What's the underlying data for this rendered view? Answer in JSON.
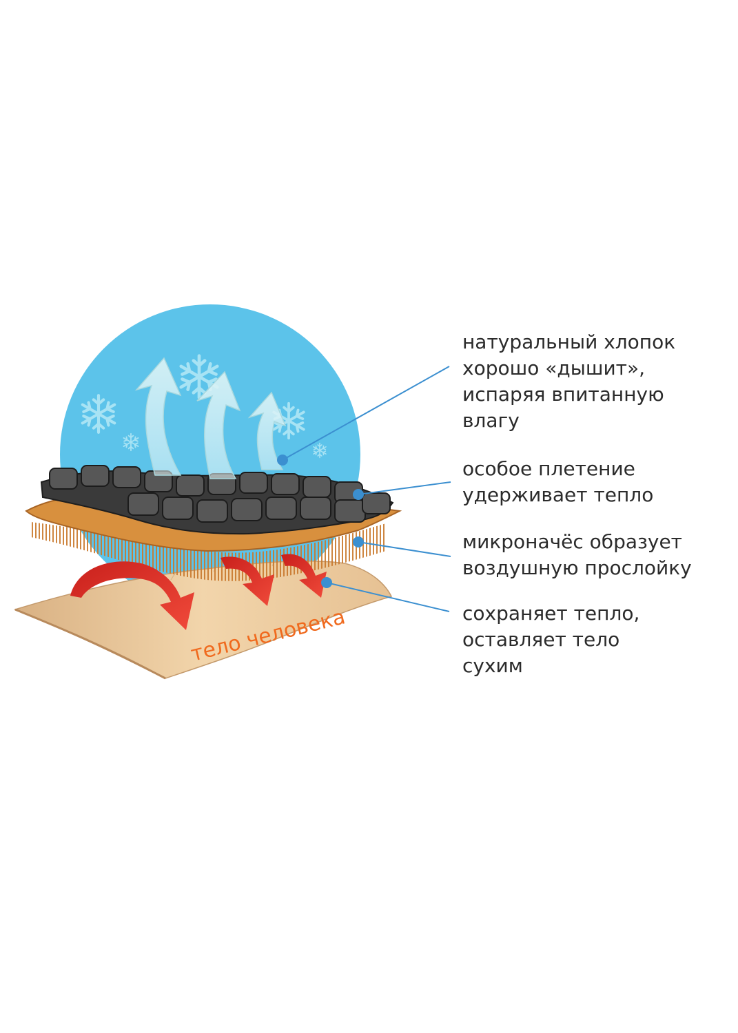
{
  "diagram": {
    "body_label": "тело человека",
    "callouts": [
      {
        "lines": [
          "натуральный хлопок",
          "хорошо «дышит»,",
          "испаряя впитанную",
          "влагу"
        ]
      },
      {
        "lines": [
          "особое плетение",
          "удерживает тепло"
        ]
      },
      {
        "lines": [
          "микроначёс образует",
          "воздушную прослойку"
        ]
      },
      {
        "lines": [
          "сохраняет тепло,",
          "оставляет тело",
          "сухим"
        ]
      }
    ],
    "colors": {
      "circle": "#5cc3ea",
      "fabric": "#3a3a3a",
      "fleece": "#d8903e",
      "skin": "#ecc99e",
      "heat_arrow": "#e2322c",
      "vapor_arrow": "#d5f1f5",
      "leader_line": "#3b8fd0",
      "body_label": "#f06a1e",
      "snowflake": "#a8e3f4"
    }
  }
}
